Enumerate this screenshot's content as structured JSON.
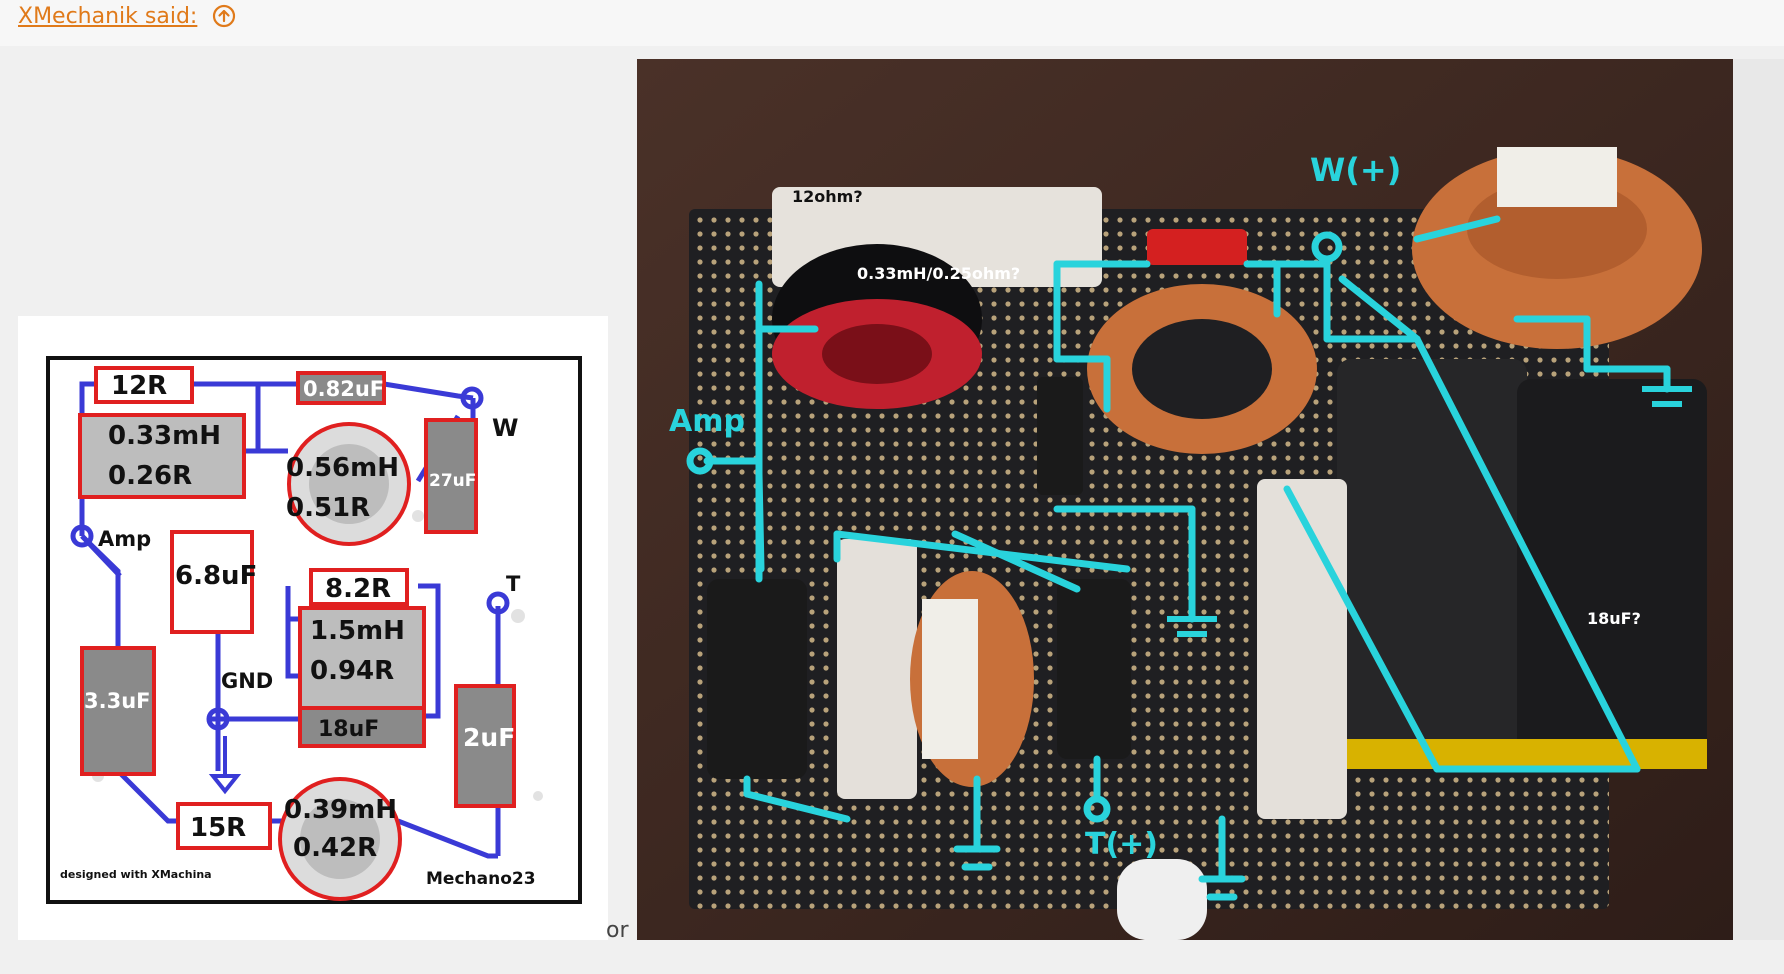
{
  "quote": {
    "author_link": "XMechanik said:",
    "icon": "arrow-up-circle-icon",
    "accent_color": "#e07a1a"
  },
  "separator": "or",
  "schematic": {
    "components": {
      "r12": "12R",
      "l033": "0.33mH",
      "l033r": "0.26R",
      "c082": "0.82uF",
      "l056": "0.56mH",
      "l056r": "0.51R",
      "c27": "27uF",
      "c68": "6.8uF",
      "r82": "8.2R",
      "l15": "1.5mH",
      "l15r": "0.94R",
      "c18": "18uF",
      "c33": "3.3uF",
      "c2": "2uF",
      "r15": "15R",
      "l039": "0.39mH",
      "l039r": "0.42R"
    },
    "nodes": {
      "w": "W",
      "amp": "Amp",
      "t": "T",
      "gnd": "GND"
    },
    "credit_left": "designed with XMachina",
    "credit_right": "Mechano23"
  },
  "photo": {
    "labels": {
      "r12ohm": "12ohm?",
      "coil": "0.33mH/0.25ohm?",
      "w_plus": "W(+)",
      "amp": "Amp",
      "c18": "18uF?",
      "t_plus": "T(+)"
    },
    "wire_color": "#29d3dc"
  }
}
